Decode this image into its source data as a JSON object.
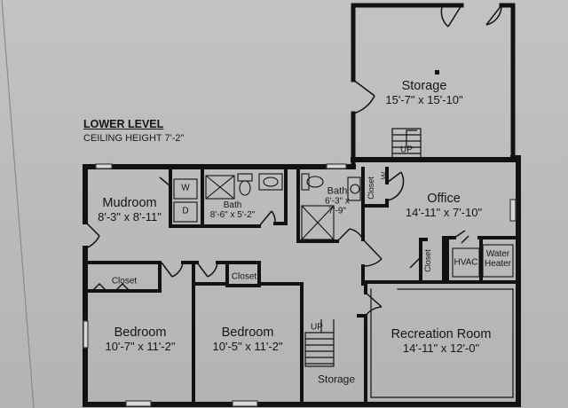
{
  "plan": {
    "heading": "LOWER LEVEL",
    "ceiling": "CEILING HEIGHT 7'-2\""
  },
  "rooms": {
    "storage_upper": {
      "name": "Storage",
      "dims": "15'-7\" x 15'-10\""
    },
    "stairs_upper": "UP",
    "mudroom": {
      "name": "Mudroom",
      "dims": "8'-3\" x 8'-11\""
    },
    "washer": "W",
    "dryer": "D",
    "bath1": {
      "name": "Bath",
      "dims": "8'-6\" x 5'-2\""
    },
    "bath2": {
      "name": "Bath",
      "dims": "6'-3\" x",
      "dims2": "7'-9\""
    },
    "bath_closet": "Closet",
    "bath_closet_wh": "W",
    "office": {
      "name": "Office",
      "dims": "14'-11\" x 7'-10\""
    },
    "office_closet": "Closet",
    "hvac": "HVAC",
    "water_heater_l1": "Water",
    "water_heater_l2": "Heater",
    "bed1_closet": "Closet",
    "bed2_closet": "Closet",
    "bedroom1": {
      "name": "Bedroom",
      "dims": "10'-7\" x 11'-2\""
    },
    "bedroom2": {
      "name": "Bedroom",
      "dims": "10'-5\" x 11'-2\""
    },
    "stairs_lower": "UP",
    "storage_lower": "Storage",
    "recreation": {
      "name": "Recreation Room",
      "dims": "14'-11\" x 12'-0\""
    }
  }
}
